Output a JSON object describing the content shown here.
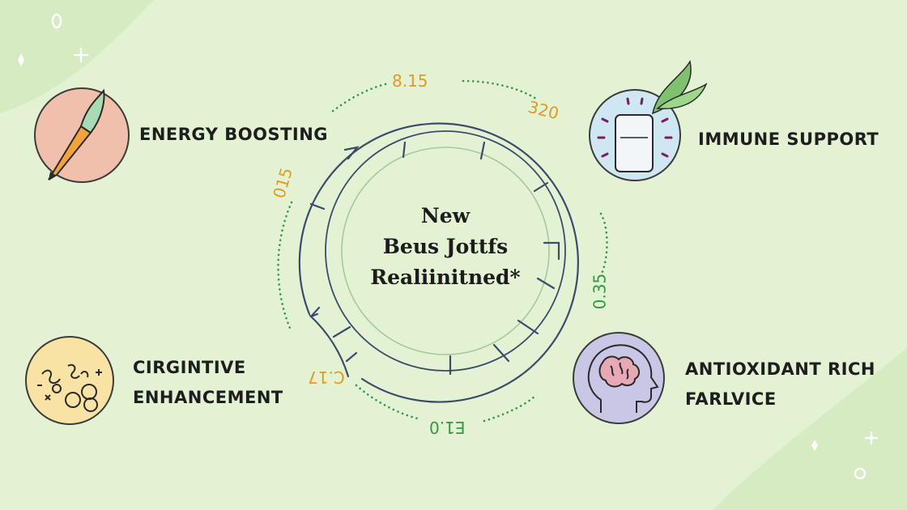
{
  "center": {
    "line1": "New",
    "line2": "Beus Jottfs",
    "line3": "Realiinitned*"
  },
  "benefits": {
    "energy": "ENERGY BOOSTING",
    "immune": "IMMUNE SUPPORT",
    "cognitive_line1": "CIRGINTIVE",
    "cognitive_line2": "ENHANCEMENT",
    "antioxidant_line1": "ANTIOXIDANT RICH",
    "antioxidant_line2": "FARLVICE"
  },
  "numbers": {
    "top": "8.15",
    "top_right": "320",
    "left": "015",
    "right": "0.35",
    "bottom_left": "C.17",
    "bottom": "E1.0"
  },
  "colors": {
    "background": "#e3f2d2",
    "energy_circle": "#f0c0ad",
    "immune_circle": "#cfe7f3",
    "cognitive_circle": "#f8e3a5",
    "antioxidant_circle": "#c9c6e6",
    "orange_number": "#e39a1f",
    "green_number": "#2f9a44",
    "ring_stroke": "#3d4a6e"
  },
  "icons": {
    "energy": "rocket-pen-icon",
    "immune": "glass-leaf-icon",
    "cognitive": "scribble-molecules-icon",
    "antioxidant": "head-brain-icon"
  }
}
